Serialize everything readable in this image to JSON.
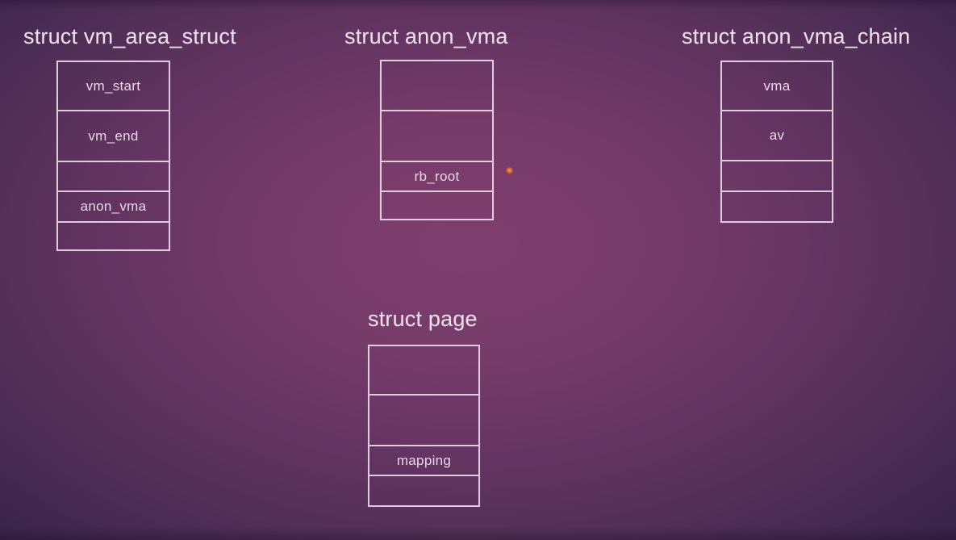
{
  "slide": {
    "background_center_color": "#7f3e6e",
    "background_edge_color": "#372348",
    "line_color": "#e9d9e8",
    "text_color": "#ecdeea"
  },
  "structs": [
    {
      "title": "struct vm_area_struct",
      "rows": [
        {
          "label": "vm_start"
        },
        {
          "label": "vm_end"
        },
        {
          "label": ""
        },
        {
          "label": "anon_vma"
        },
        {
          "label": ""
        }
      ]
    },
    {
      "title": "struct anon_vma",
      "rows": [
        {
          "label": ""
        },
        {
          "label": ""
        },
        {
          "label": "rb_root"
        },
        {
          "label": ""
        }
      ]
    },
    {
      "title": "struct anon_vma_chain",
      "rows": [
        {
          "label": "vma"
        },
        {
          "label": "av"
        },
        {
          "label": ""
        },
        {
          "label": ""
        }
      ]
    },
    {
      "title": "struct page",
      "rows": [
        {
          "label": ""
        },
        {
          "label": ""
        },
        {
          "label": "mapping"
        },
        {
          "label": ""
        }
      ]
    }
  ],
  "pointer_dot": {
    "color": "#c25632",
    "description": "small orange pointer dot right of rb_root row"
  }
}
